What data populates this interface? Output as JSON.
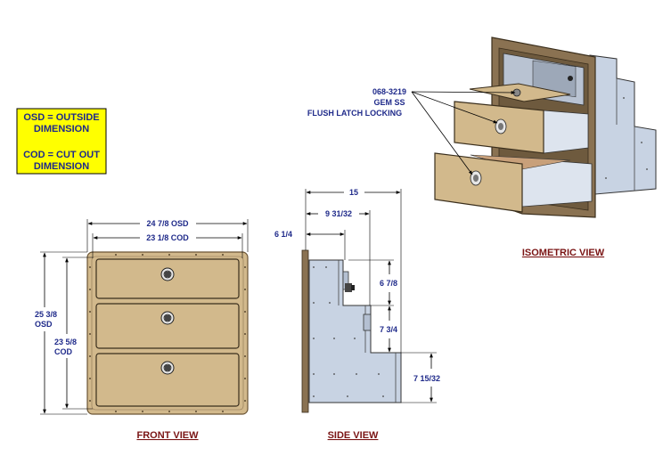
{
  "legend": {
    "line1": "OSD = OUTSIDE",
    "line2": "DIMENSION",
    "line3": "COD = CUT OUT",
    "line4": "DIMENSION"
  },
  "front_view": {
    "title": "FRONT VIEW",
    "width_osd": "24 7/8 OSD",
    "width_cod": "23 1/8 COD",
    "height_osd_value": "25 3/8",
    "height_osd_unit": "OSD",
    "height_cod_value": "23 5/8",
    "height_cod_unit": "COD"
  },
  "side_view": {
    "title": "SIDE VIEW",
    "depth_total": "15",
    "depth_upper": "9 31/32",
    "depth_flange": "6 1/4",
    "height_top": "6 7/8",
    "height_middle": "7 3/4",
    "height_bottom": "7 15/32"
  },
  "isometric_view": {
    "title": "ISOMETRIC VIEW",
    "callout_line1": "068-3219",
    "callout_line2": "GEM SS",
    "callout_line3": "FLUSH LATCH LOCKING"
  },
  "colors": {
    "drawer_tan": "#d2b98c",
    "flange_brown": "#8a7252",
    "steel_blue": "#c8d3e3",
    "legend_yellow": "#ffff00",
    "dimension_blue": "#1f2a8a",
    "title_red": "#7a1414"
  }
}
